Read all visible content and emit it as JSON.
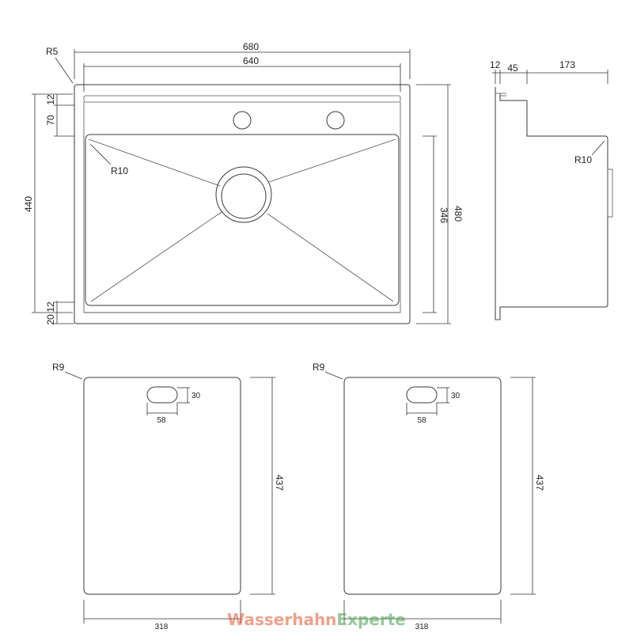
{
  "top_view": {
    "radius_outer": "R5",
    "width_total": "680",
    "width_inner": "640",
    "depth_total": "440",
    "dim_12_top": "12",
    "dim_70": "70",
    "bowl_radius": "R10",
    "dim_346": "346",
    "dim_480": "480",
    "dim_12_bottom": "12",
    "dim_20": "20"
  },
  "side_view": {
    "dim_12": "12",
    "dim_45": "45",
    "dim_173": "173",
    "radius": "R10"
  },
  "board_left": {
    "radius": "R9",
    "slot_height": "30",
    "slot_width": "58",
    "height": "437",
    "width": "318"
  },
  "board_right": {
    "radius": "R9",
    "slot_height": "30",
    "slot_width": "58",
    "height": "437",
    "width": "318"
  },
  "watermark": {
    "part1": "Wasserhahn",
    "part2": "Experte",
    "color1": "#e2562a",
    "color2": "#3e9f4a"
  }
}
